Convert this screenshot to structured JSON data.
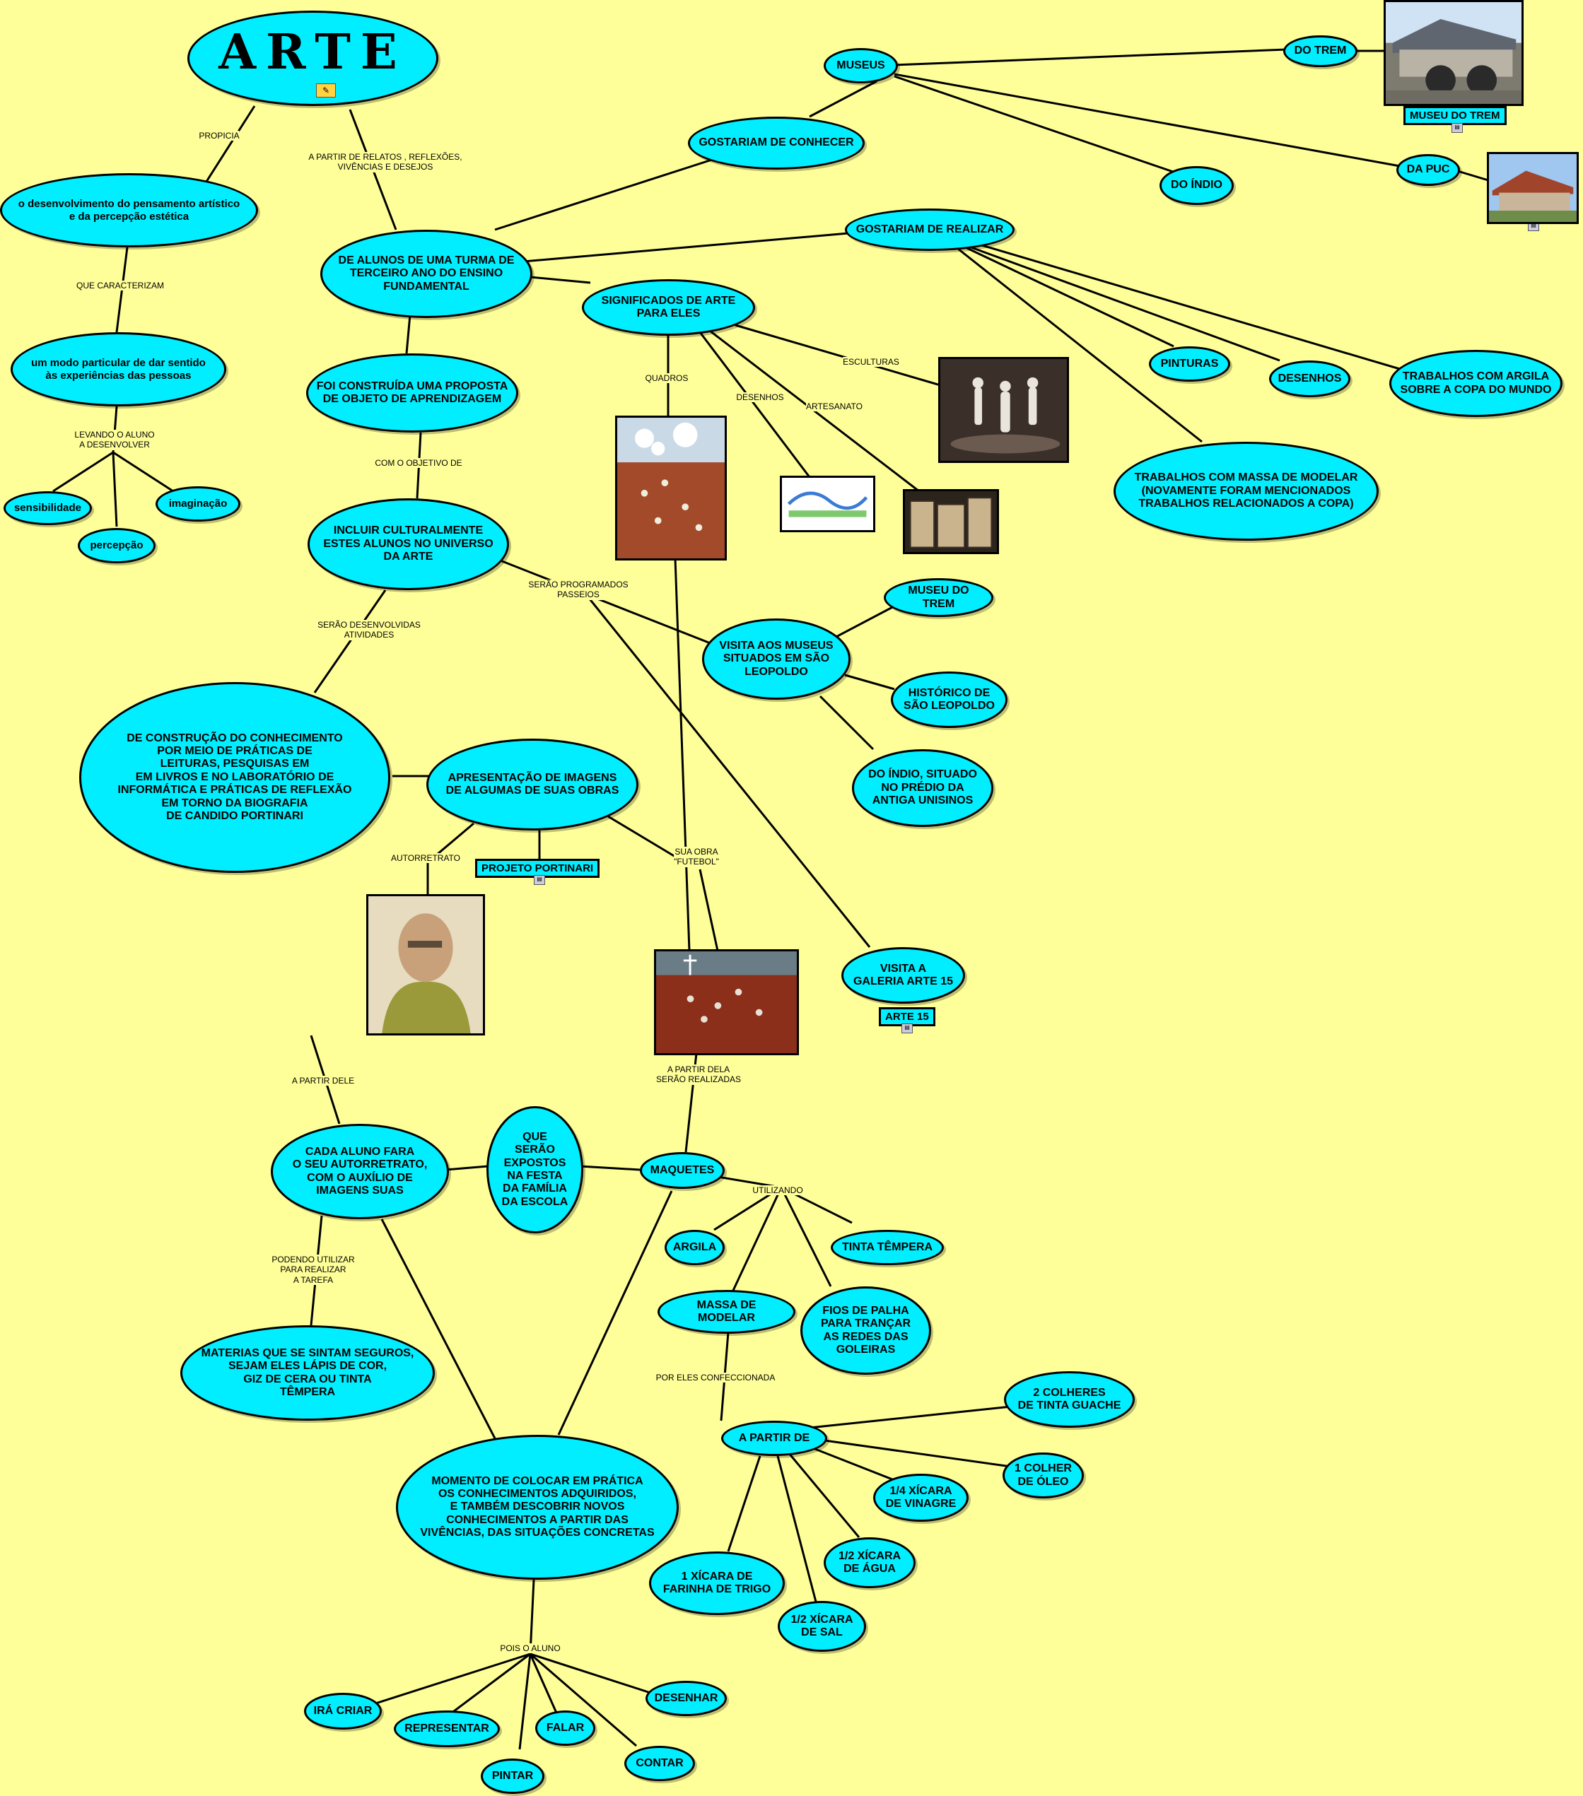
{
  "title": "ARTE",
  "nodes": {
    "pensamento": "o desenvolvimento do pensamento artístico\ne da percepção estética",
    "modo": "um modo particular de dar sentido\nàs experiências das pessoas",
    "sensibilidade": "sensibilidade",
    "percepcao": "percepção",
    "imaginacao": "imaginação",
    "alunos": "DE ALUNOS DE UMA TURMA DE\nTERCEIRO ANO DO ENSINO\nFUNDAMENTAL",
    "proposta": "FOI CONSTRUÍDA UMA PROPOSTA\nDE OBJETO DE APRENDIZAGEM",
    "incluir": "INCLUIR CULTURALMENTE\nESTES ALUNOS NO UNIVERSO\nDA ARTE",
    "construcao": "DE CONSTRUÇÃO DO CONHECIMENTO\nPOR MEIO DE PRÁTICAS DE\nLEITURAS, PESQUISAS EM\nEM LIVROS E NO LABORATÓRIO DE\nINFORMÁTICA E PRÁTICAS DE REFLEXÃO\nEM TORNO DA BIOGRAFIA\nDE CANDIDO PORTINARI",
    "apresentacao": "APRESENTAÇÃO DE IMAGENS\nDE ALGUMAS DE SUAS OBRAS",
    "gostariam_conhecer": "GOSTARIAM DE CONHECER",
    "museus": "MUSEUS",
    "do_trem": "DO TREM",
    "do_indio": "DO ÍNDIO",
    "da_puc": "DA PUC",
    "gostariam_realizar": "GOSTARIAM DE REALIZAR",
    "pinturas": "PINTURAS",
    "desenhos": "DESENHOS",
    "argila_copa": "TRABALHOS COM ARGILA\nSOBRE A COPA DO MUNDO",
    "massa_copa": "TRABALHOS COM MASSA DE MODELAR\n(NOVAMENTE FORAM MENCIONADOS\nTRABALHOS RELACIONADOS A COPA)",
    "significados": "SIGNIFICADOS DE ARTE\nPARA ELES",
    "visita_museus": "VISITA AOS MUSEUS\nSITUADOS EM SÃO\nLEOPOLDO",
    "museu_trem2": "MUSEU DO TREM",
    "historico": "HISTÓRICO DE\nSÃO LEOPOLDO",
    "indio_unisinos": "DO ÍNDIO, SITUADO\nNO PRÉDIO DA\nANTIGA UNISINOS",
    "galeria": "VISITA A\nGALERIA ARTE 15",
    "cada_aluno": "CADA ALUNO FARA\nO SEU AUTORRETRATO,\nCOM O AUXÍLIO DE\nIMAGENS SUAS",
    "expostos": "QUE\nSERÃO\nEXPOSTOS\nNA FESTA\nDA FAMÍLIA\nDA ESCOLA",
    "maquetes": "MAQUETES",
    "materias": "MATERIAS QUE SE SINTAM SEGUROS,\nSEJAM ELES LÁPIS DE COR,\nGIZ DE CERA OU TINTA\nTÊMPERA",
    "argila": "ARGILA",
    "tinta_tempera": "TINTA TÊMPERA",
    "massa_modelar": "MASSA DE MODELAR",
    "fios": "FIOS DE PALHA\nPARA TRANÇAR\nAS REDES DAS\nGOLEIRAS",
    "a_partir_de": "A PARTIR DE",
    "colheres": "2 COLHERES\nDE TINTA GUACHE",
    "oleo": "1 COLHER\nDE ÓLEO",
    "vinagre": "1/4 XÍCARA\nDE VINAGRE",
    "agua": "1/2 XÍCARA\nDE ÁGUA",
    "sal": "1/2 XÍCARA\nDE SAL",
    "farinha": "1 XÍCARA DE\nFARINHA DE TRIGO",
    "momento": "MOMENTO DE COLOCAR EM PRÁTICA\nOS CONHECIMENTOS ADQUIRIDOS,\nE TAMBÉM DESCOBRIR NOVOS\nCONHECIMENTOS A PARTIR DAS\nVIVÊNCIAS, DAS SITUAÇÕES CONCRETAS",
    "ira_criar": "IRÁ CRIAR",
    "representar": "REPRESENTAR",
    "pintar": "PINTAR",
    "falar": "FALAR",
    "contar": "CONTAR",
    "desenhar": "DESENHAR"
  },
  "labels": {
    "propicia": "PROPICIA",
    "relatos": "A PARTIR DE RELATOS , REFLEXÕES,\nVIVÊNCIAS E DESEJOS",
    "caracterizam": "QUE CARACTERIZAM",
    "levando": "LEVANDO O ALUNO\nA DESENVOLVER",
    "objetivo": "COM O OBJETIVO DE",
    "atividades": "SERÃO DESENVOLVIDAS\nATIVIDADES",
    "passeios": "SERÃO PROGRAMADOS\nPASSEIOS",
    "quadros": "QUADROS",
    "desenhos_lbl": "DESENHOS",
    "artesanato": "ARTESANATO",
    "esculturas": "ESCULTURAS",
    "autorretrato": "AUTORRETRATO",
    "futebol": "SUA OBRA\n\"FUTEBOL\"",
    "a_partir_dele": "A PARTIR DELE",
    "a_partir_dela": "A PARTIR DELA\nSERÃO REALIZADAS",
    "podendo": "PODENDO UTILIZAR\nPARA REALIZAR\nA TAREFA",
    "utilizando": "UTILIZANDO",
    "confeccionada": "POR ELES CONFECCIONADA",
    "pois": "POIS O ALUNO"
  },
  "links": {
    "museu_do_trem": "MUSEU DO TREM",
    "projeto_portinari": "PROJETO PORTINARI",
    "arte15": "ARTE 15"
  },
  "colors": {
    "background": "#ffff99",
    "node": "#00eeff",
    "stroke": "#000000"
  }
}
